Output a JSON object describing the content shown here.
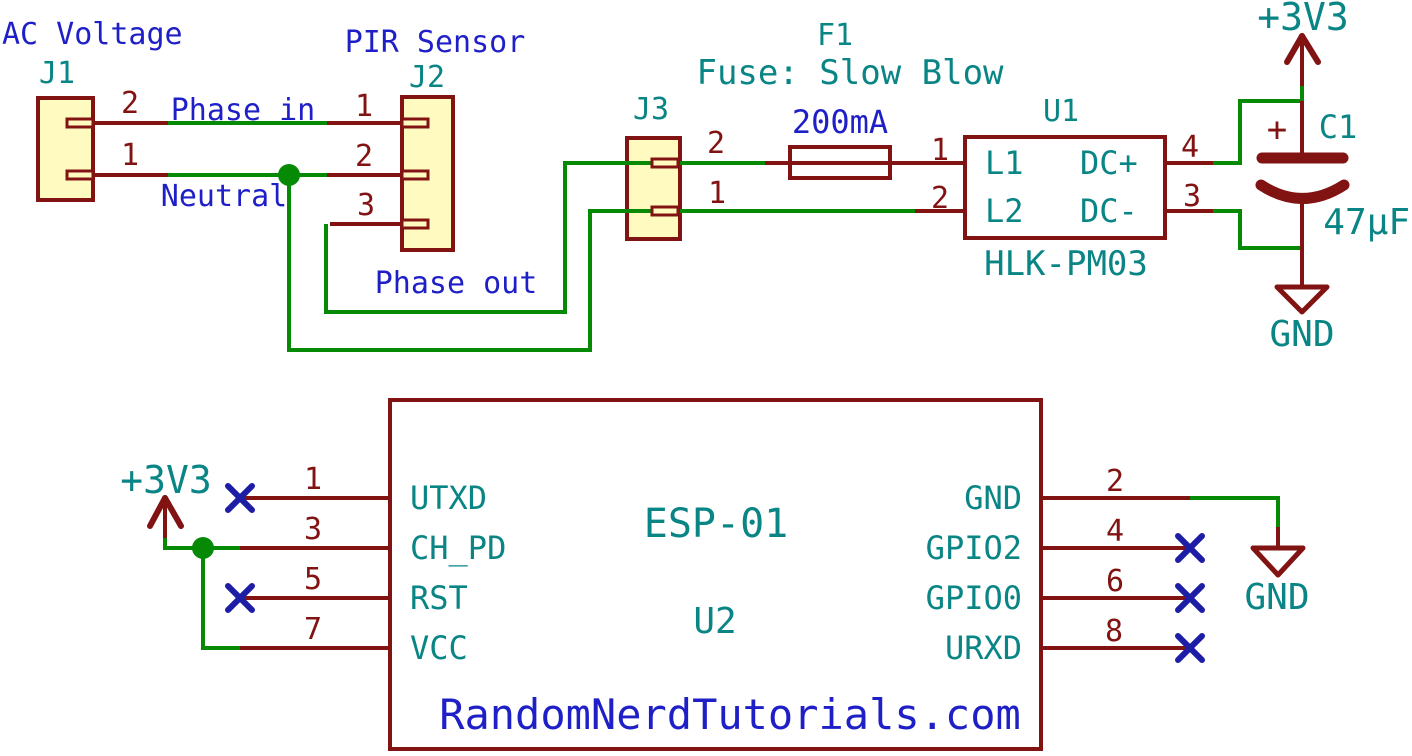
{
  "colors": {
    "background": "#ffffff",
    "wire_green": "#068a06",
    "symbol_maroon": "#821313",
    "label_blue": "#1f1fc8",
    "ref_teal": "#0a8585",
    "noconnect_navy": "#1d1da6",
    "connector_fill": "#fffbc0",
    "box_fill": "#ffffff"
  },
  "j1": {
    "ref": "J1",
    "value": "AC Voltage",
    "pin_top": "2",
    "pin_bottom": "1"
  },
  "j2": {
    "ref": "J2",
    "value": "PIR Sensor",
    "pin1": "1",
    "pin2": "2",
    "pin3": "3"
  },
  "j3": {
    "ref": "J3",
    "pin_top": "2",
    "pin_bottom": "1"
  },
  "nets": {
    "phase_in": "Phase in",
    "neutral": "Neutral",
    "phase_out": "Phase out"
  },
  "f1": {
    "ref": "F1",
    "description": "Fuse: Slow Blow",
    "value": "200mA"
  },
  "u1": {
    "ref": "U1",
    "part": "HLK-PM03",
    "pin_l1": "L1",
    "pin_l2": "L2",
    "pin_dc_plus": "DC+",
    "pin_dc_minus": "DC-",
    "num1": "1",
    "num2": "2",
    "num3": "3",
    "num4": "4"
  },
  "c1": {
    "ref": "C1",
    "value": "47µF",
    "polarity": "+"
  },
  "power": {
    "p3v3": "+3V3",
    "gnd": "GND"
  },
  "u2": {
    "ref": "U2",
    "value": "ESP-01",
    "left_pins": [
      {
        "num": "1",
        "name": "UTXD"
      },
      {
        "num": "3",
        "name": "CH_PD"
      },
      {
        "num": "5",
        "name": "RST"
      },
      {
        "num": "7",
        "name": "VCC"
      }
    ],
    "right_pins": [
      {
        "num": "2",
        "name": "GND"
      },
      {
        "num": "4",
        "name": "GPIO2"
      },
      {
        "num": "6",
        "name": "GPIO0"
      },
      {
        "num": "8",
        "name": "URXD"
      }
    ],
    "watermark": "RandomNerdTutorials.com"
  }
}
